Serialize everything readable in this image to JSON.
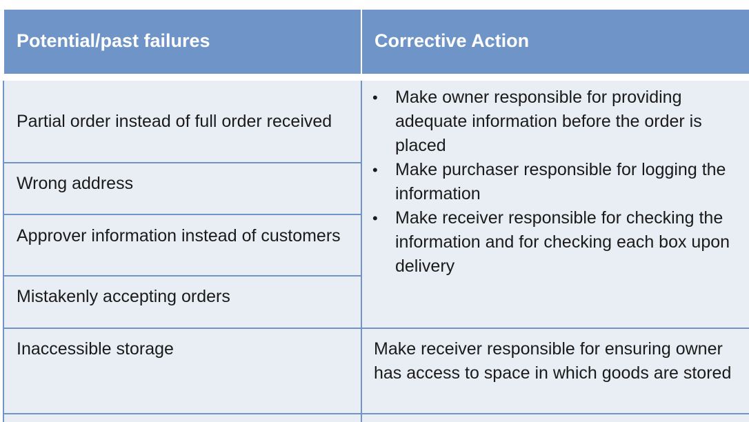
{
  "header": {
    "col1": "Potential/past failures",
    "col2": "Corrective Action"
  },
  "rows": {
    "failure_1": "Partial order instead of full order received",
    "failure_2": "Wrong address",
    "failure_3": "Approver information instead of customers",
    "failure_4": "Mistakenly accepting orders",
    "failure_5": "Inaccessible storage"
  },
  "actions": {
    "bullets": [
      "Make owner responsible for providing adequate information before the order is placed",
      "Make purchaser responsible for logging the information",
      "Make receiver responsible for checking the information and for checking each box upon delivery"
    ],
    "storage_action": "Make receiver responsible for ensuring owner has access to space in which goods are stored"
  }
}
